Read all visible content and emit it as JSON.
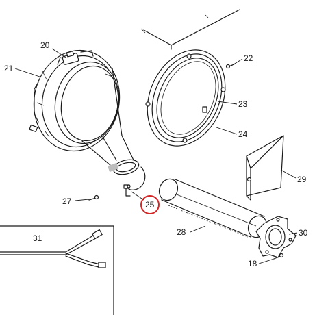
{
  "callouts": [
    {
      "id": "20",
      "label": "20",
      "highlighted": false
    },
    {
      "id": "21",
      "label": "21",
      "highlighted": false
    },
    {
      "id": "22",
      "label": "22",
      "highlighted": false
    },
    {
      "id": "23",
      "label": "23",
      "highlighted": false
    },
    {
      "id": "24",
      "label": "24",
      "highlighted": false
    },
    {
      "id": "25",
      "label": "25",
      "highlighted": true
    },
    {
      "id": "27",
      "label": "27",
      "highlighted": false
    },
    {
      "id": "28",
      "label": "28",
      "highlighted": false
    },
    {
      "id": "29",
      "label": "29",
      "highlighted": false
    },
    {
      "id": "30",
      "label": "30",
      "highlighted": false
    },
    {
      "id": "31",
      "label": "31",
      "highlighted": false
    },
    {
      "id": "18",
      "label": "18",
      "highlighted": false
    }
  ],
  "colors": {
    "line": "#1a1a1a",
    "highlight": "#d32626",
    "shade": "#bdbdbd",
    "background": "#ffffff"
  }
}
